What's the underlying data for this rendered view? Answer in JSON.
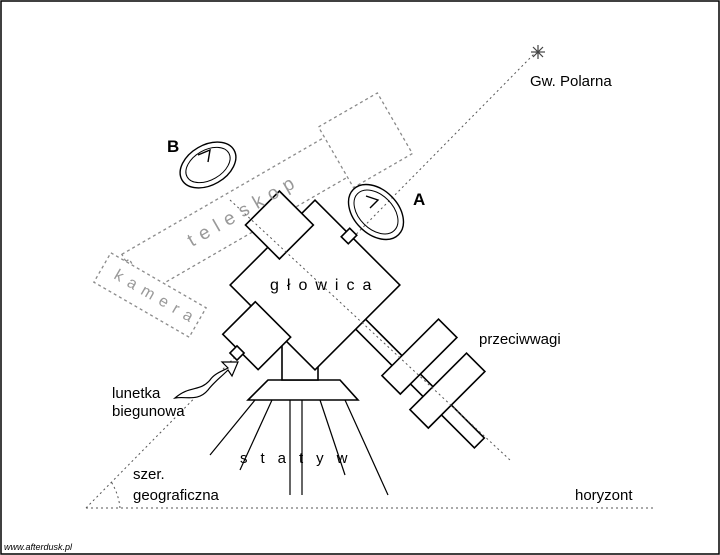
{
  "labels": {
    "polaris": "Gw. Polarna",
    "axis_a": "A",
    "axis_b": "B",
    "telescope": "teleskop",
    "camera": "kamera",
    "mount_head": "głowica",
    "counterweights": "przeciwwagi",
    "polar_scope_line1": "lunetka",
    "polar_scope_line2": "biegunowa",
    "tripod": "statyw",
    "latitude_line1": "szer.",
    "latitude_line2": "geograficzna",
    "horizon": "horyzont",
    "watermark": "www.afterdusk.pl"
  },
  "colors": {
    "line": "#000000",
    "ghost": "#8a8a8a",
    "axis": "#555555",
    "background": "#ffffff"
  }
}
